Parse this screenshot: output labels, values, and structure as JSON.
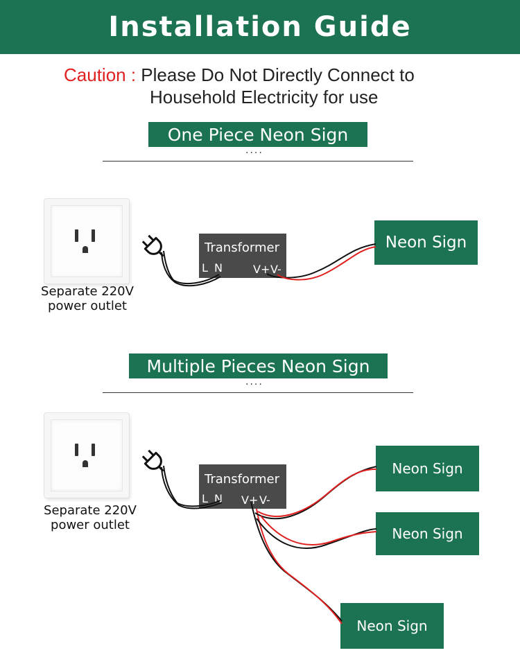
{
  "header": {
    "title": "Installation Guide"
  },
  "caution": {
    "label": "Caution :",
    "line1": " Please Do Not Directly Connect to",
    "line2": "Household Electricity for use"
  },
  "section1": {
    "title": "One Piece Neon Sign",
    "dots": "····",
    "outlet_label_1": "Separate 220V",
    "outlet_label_2": "power outlet",
    "transformer": {
      "title": "Transformer",
      "pin_l": "L",
      "pin_n": "N",
      "pin_vp": "V+",
      "pin_vm": "V-"
    },
    "neon_signs": [
      "Neon Sign"
    ]
  },
  "section2": {
    "title": "Multiple Pieces Neon Sign",
    "dots": "····",
    "outlet_label_1": "Separate 220V",
    "outlet_label_2": "power outlet",
    "transformer": {
      "title": "Transformer",
      "pin_l": "L",
      "pin_n": "N",
      "pin_vp": "V+",
      "pin_vm": "V-"
    },
    "neon_signs": [
      "Neon Sign",
      "Neon Sign",
      "Neon Sign"
    ]
  },
  "colors": {
    "brand_green": "#1c7352",
    "caution_red": "#e0201f",
    "transformer_gray": "#4a4a4a",
    "wire_red": "#e0201f",
    "wire_black": "#111111"
  },
  "icons": [
    "power-outlet-icon",
    "power-plug-icon"
  ]
}
